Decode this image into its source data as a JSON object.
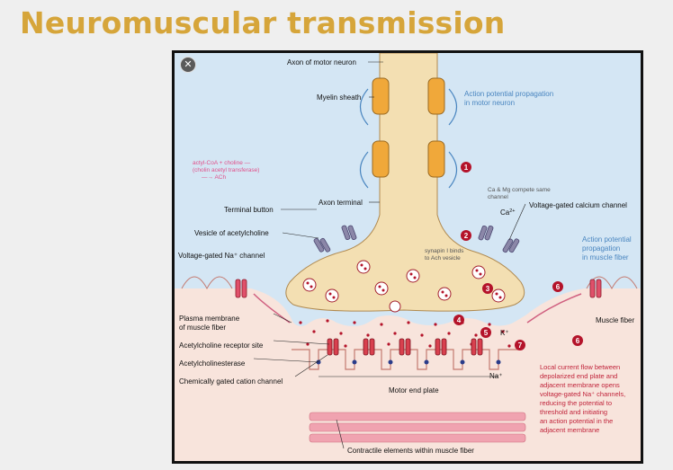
{
  "title": "Neuromuscular transmission",
  "close_icon": "close-icon",
  "colors": {
    "title": "#d6a53a",
    "neuron": "#f3dfb2",
    "fluid": "#d4e6f4",
    "muscle": "#f8e4dc",
    "annotation_blue": "#4a86c0",
    "annotation_red": "#c0233a",
    "step_marker": "#b4132a"
  },
  "diagram": {
    "labels": {
      "axon": "Axon of motor neuron",
      "myelin": "Myelin sheath",
      "ap_neuron_1": "Action potential propagation",
      "ap_neuron_2": "in motor neuron",
      "ach_1": "actyl-CoA + choline —",
      "ach_2": "(cholin acetyl transferase)",
      "ach_3": "—→ ACh",
      "ca_mg_1": "Ca & Mg compete same",
      "ca_mg_2": "channel",
      "axon_terminal": "Axon terminal",
      "ca": "Ca",
      "ca_sup": "2+",
      "vg_ca_channel": "Voltage-gated calcium channel",
      "terminal_button": "Terminal button",
      "vesicle": "Vesicle of acetylcholine",
      "synapsin_1": "synapin I binds",
      "synapsin_2": "to Ach vesicle",
      "vg_na_channel": "Voltage-gated Na⁺ channel",
      "ap_muscle_1": "Action potential",
      "ap_muscle_2": "propagation",
      "ap_muscle_3": "in muscle fiber",
      "plasma_membrane_1": "Plasma membrane",
      "plasma_membrane_2": "of muscle fiber",
      "muscle_fiber": "Muscle fiber",
      "ach_receptor": "Acetylcholine receptor site",
      "k": "K⁺",
      "acetylcholinesterase": "Acetylcholinesterase",
      "na": "Na⁺",
      "chem_channel": "Chemically gated cation channel",
      "motor_end_plate": "Motor end plate",
      "current_1": "Local current flow between",
      "current_2": "depolarized end plate and",
      "current_3": "adjacent membrane opens",
      "current_4": "voltage-gated Na⁺ channels,",
      "current_5": "reducing the potential to",
      "current_6": "threshold and initiating",
      "current_7": "an action potential in the",
      "current_8": "adjacent membrane",
      "contractile": "Contractile elements within muscle fiber"
    },
    "steps": [
      "1",
      "2",
      "3",
      "4",
      "5",
      "6",
      "6",
      "7"
    ]
  }
}
